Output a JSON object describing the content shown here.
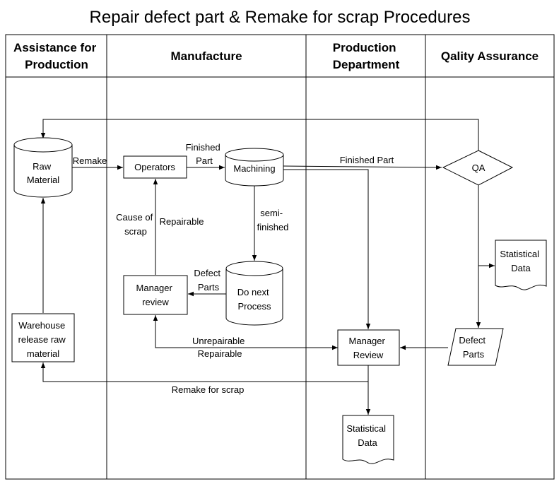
{
  "title": "Repair defect part & Remake for scrap Procedures",
  "lanes": [
    {
      "lines": [
        "Assistance for",
        "Production"
      ]
    },
    {
      "lines": [
        "Manufacture"
      ]
    },
    {
      "lines": [
        "Production",
        "Department"
      ]
    },
    {
      "lines": [
        "Qality Assurance"
      ]
    }
  ],
  "nodes": {
    "raw_material": [
      "Raw",
      "Material"
    ],
    "operators": [
      "Operators"
    ],
    "machining": [
      "Machining"
    ],
    "qa": [
      "QA"
    ],
    "statistical_data_qa": [
      "Statistical",
      "Data"
    ],
    "defect_parts": [
      "Defect",
      "Parts"
    ],
    "do_next_process": [
      "Do next",
      "Process"
    ],
    "manager_review_mfg": [
      "Manager",
      "review"
    ],
    "manager_review_prod": [
      "Manager",
      "Review"
    ],
    "warehouse": [
      "Warehouse",
      "release raw",
      "material"
    ],
    "statistical_data_prod": [
      "Statistical",
      "Data"
    ]
  },
  "edge_labels": {
    "remake": [
      "Remake"
    ],
    "finished_part_op": [
      "Finished",
      "Part"
    ],
    "finished_part_qa": [
      "Finished Part"
    ],
    "semi_finished": [
      "semi-",
      "finished"
    ],
    "defect_parts": [
      "Defect",
      "Parts"
    ],
    "cause_of_scrap": [
      "Cause of",
      "scrap"
    ],
    "repairable_up": [
      "Repairable"
    ],
    "unrepairable_repairable": [
      "Unrepairable",
      "Repairable"
    ],
    "remake_for_scrap": [
      "Remake for scrap"
    ]
  }
}
